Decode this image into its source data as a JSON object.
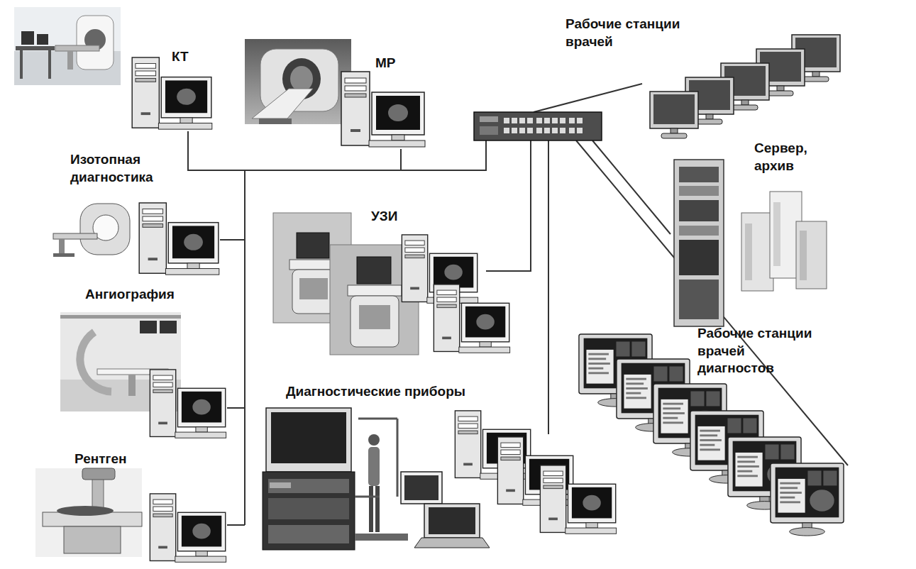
{
  "diagram": {
    "nodes": [
      {
        "text": [
          "КТ"
        ]
      },
      {
        "text": [
          "МР"
        ]
      },
      {
        "text": [
          "Рабочие станции врачей"
        ]
      },
      {
        "text": [
          "Изотопная диагностика"
        ]
      },
      {
        "text": [
          "УЗИ"
        ]
      },
      {
        "text": [
          "Сервер, архив"
        ]
      },
      {
        "text": [
          "Ангиография"
        ]
      },
      {
        "text": [
          "Диагностические приборы"
        ]
      },
      {
        "text": [
          "Рабочие станции врачей диагностов"
        ]
      },
      {
        "text": [
          "Рентген"
        ]
      }
    ]
  }
}
